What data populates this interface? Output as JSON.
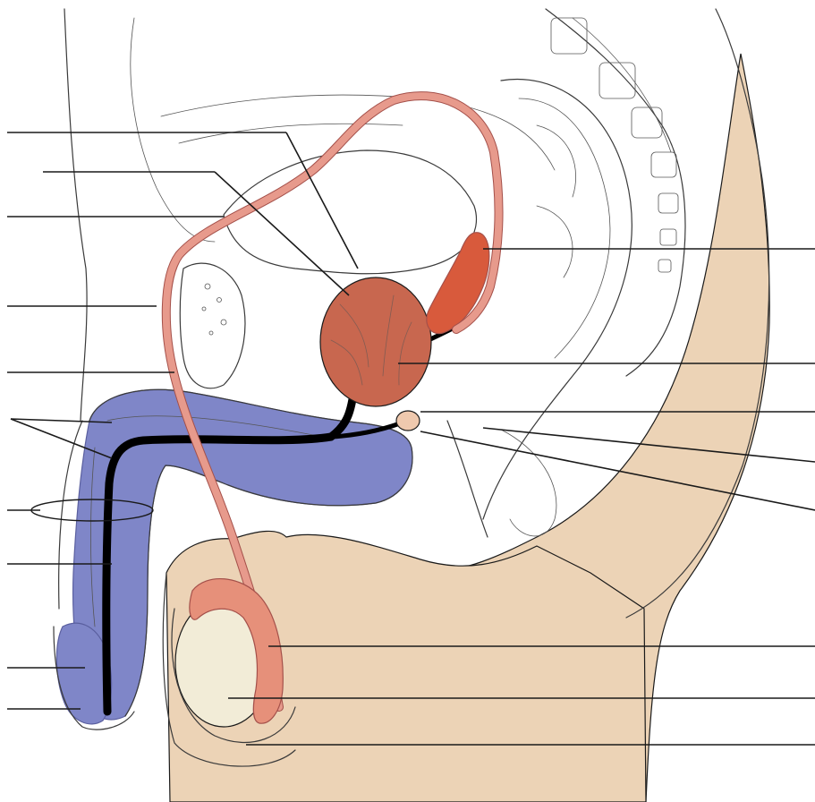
{
  "diagram": {
    "colors": {
      "skin": "#ecd3b6",
      "erectile_tissue": "#7f86c8",
      "erectile_dark": "#5a5f9f",
      "ductus": "#e79a8c",
      "ductus_outline": "#a4504a",
      "glands": "#c8674f",
      "seminal_vesicle": "#d85a3c",
      "urethra": "#000000",
      "testis": "#f2ecd7",
      "epididymis": "#e6907a",
      "bulbourethral_gland": "#efc9ae",
      "line": "#1a1a1a"
    },
    "label_lines": [
      {
        "id": "left-1",
        "side": "left",
        "text": ""
      },
      {
        "id": "left-2",
        "side": "left",
        "text": ""
      },
      {
        "id": "left-3",
        "side": "left",
        "text": ""
      },
      {
        "id": "left-4",
        "side": "left",
        "text": ""
      },
      {
        "id": "left-5",
        "side": "left",
        "text": ""
      },
      {
        "id": "left-6",
        "side": "left",
        "text": ""
      },
      {
        "id": "left-7",
        "side": "left",
        "text": ""
      },
      {
        "id": "left-8",
        "side": "left",
        "text": ""
      },
      {
        "id": "left-9",
        "side": "left",
        "text": ""
      },
      {
        "id": "left-10",
        "side": "left",
        "text": ""
      },
      {
        "id": "right-1",
        "side": "right",
        "text": ""
      },
      {
        "id": "right-2",
        "side": "right",
        "text": ""
      },
      {
        "id": "right-3",
        "side": "right",
        "text": ""
      },
      {
        "id": "right-4",
        "side": "right",
        "text": ""
      },
      {
        "id": "right-5",
        "side": "right",
        "text": ""
      },
      {
        "id": "right-6",
        "side": "right",
        "text": ""
      },
      {
        "id": "right-7",
        "side": "right",
        "text": ""
      },
      {
        "id": "right-8",
        "side": "right",
        "text": ""
      }
    ]
  }
}
